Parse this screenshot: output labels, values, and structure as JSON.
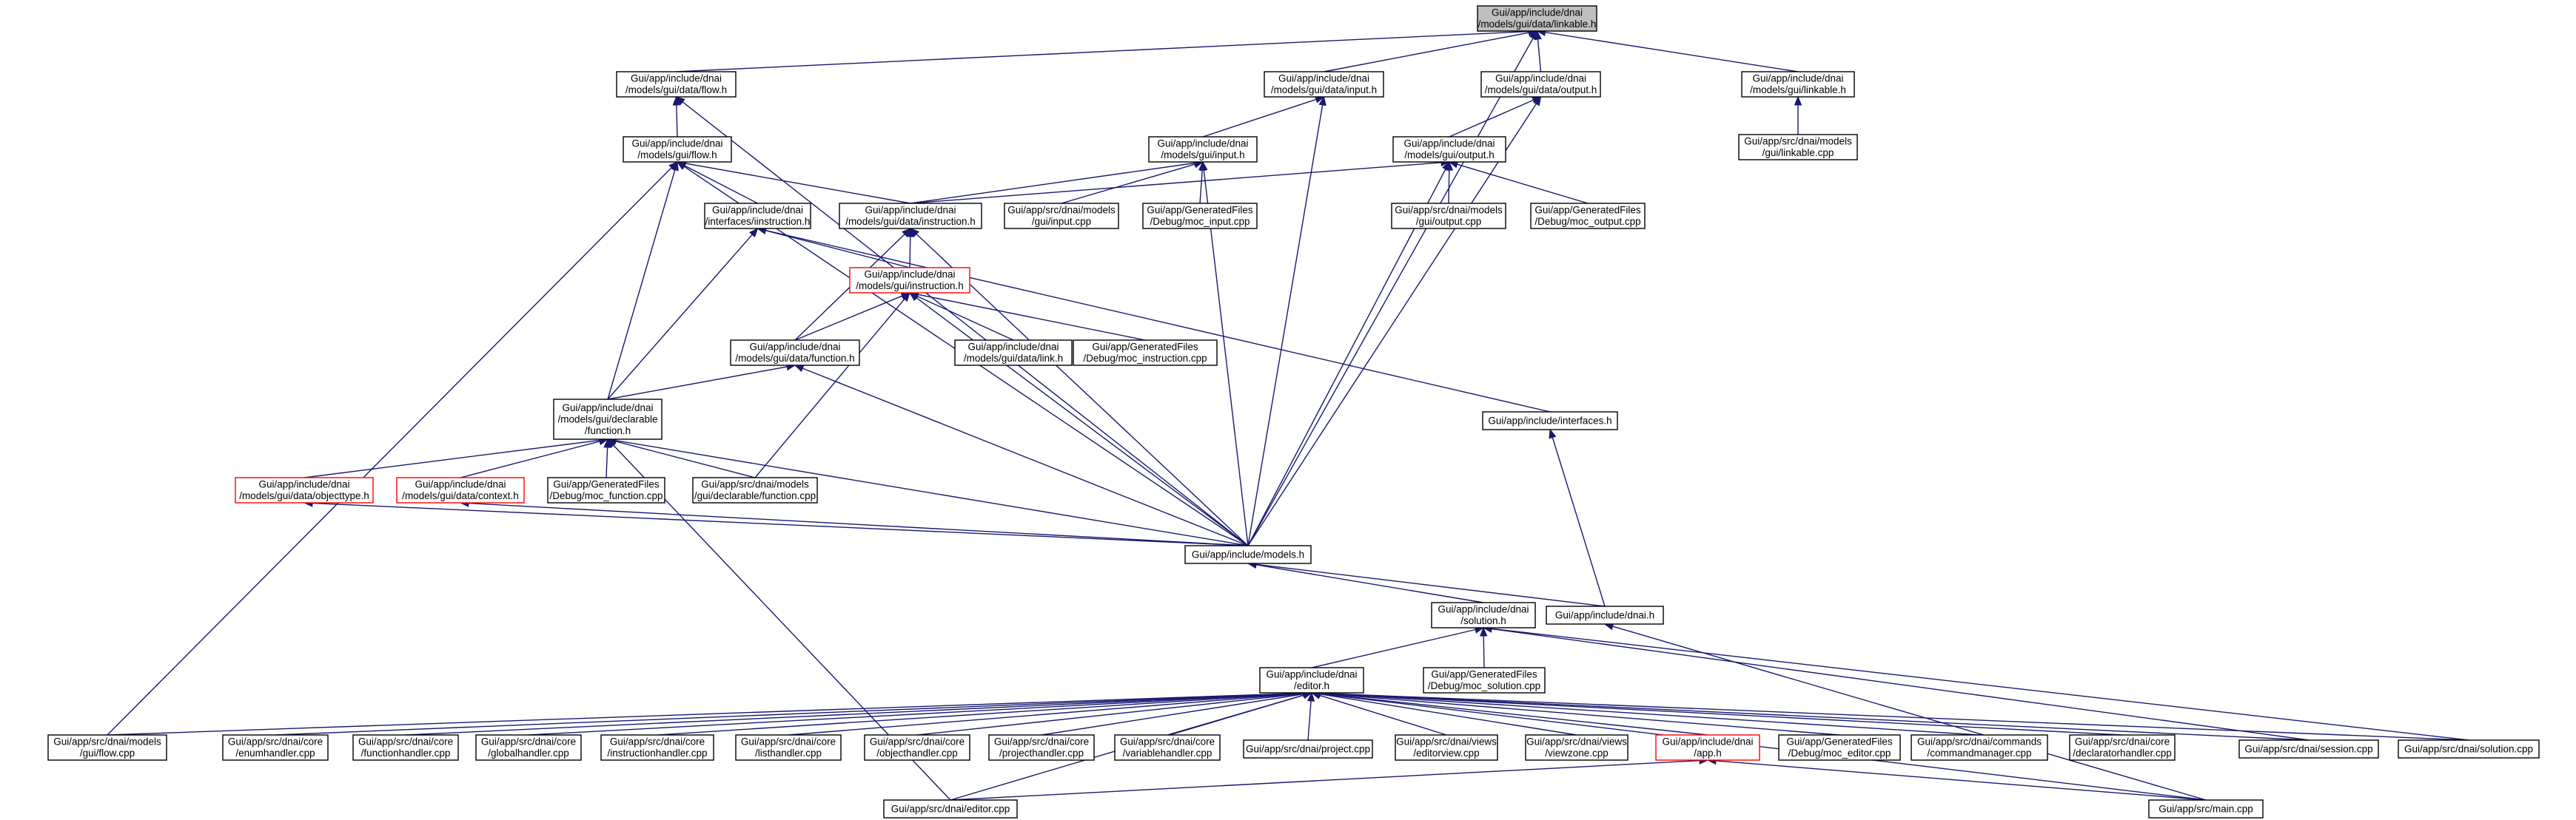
{
  "nodes": [
    {
      "id": "linkable_data_h",
      "name": "node-gui-app-include-dnai-models-gui-data-linkable-h",
      "lines": [
        "Gui/app/include/dnai",
        "/models/gui/data/linkable.h"
      ],
      "root": true
    },
    {
      "id": "flow_data_h",
      "name": "node-gui-app-include-dnai-models-gui-data-flow-h",
      "lines": [
        "Gui/app/include/dnai",
        "/models/gui/data/flow.h"
      ]
    },
    {
      "id": "input_data_h",
      "name": "node-gui-app-include-dnai-models-gui-data-input-h",
      "lines": [
        "Gui/app/include/dnai",
        "/models/gui/data/input.h"
      ]
    },
    {
      "id": "output_data_h",
      "name": "node-gui-app-include-dnai-models-gui-data-output-h",
      "lines": [
        "Gui/app/include/dnai",
        "/models/gui/data/output.h"
      ]
    },
    {
      "id": "linkable_gui_h",
      "name": "node-gui-app-include-dnai-models-gui-linkable-h",
      "lines": [
        "Gui/app/include/dnai",
        "/models/gui/linkable.h"
      ]
    },
    {
      "id": "flow_gui_h",
      "name": "node-gui-app-include-dnai-models-gui-flow-h",
      "lines": [
        "Gui/app/include/dnai",
        "/models/gui/flow.h"
      ]
    },
    {
      "id": "input_gui_h",
      "name": "node-gui-app-include-dnai-models-gui-input-h",
      "lines": [
        "Gui/app/include/dnai",
        "/models/gui/input.h"
      ]
    },
    {
      "id": "output_gui_h",
      "name": "node-gui-app-include-dnai-models-gui-output-h",
      "lines": [
        "Gui/app/include/dnai",
        "/models/gui/output.h"
      ]
    },
    {
      "id": "linkable_cpp",
      "name": "node-gui-app-src-dnai-models-gui-linkable-cpp",
      "lines": [
        "Gui/app/src/dnai/models",
        "/gui/linkable.cpp"
      ]
    },
    {
      "id": "iinstruction_h",
      "name": "node-gui-app-include-dnai-interfaces-iinstruction-h",
      "lines": [
        "Gui/app/include/dnai",
        "/interfaces/iinstruction.h"
      ]
    },
    {
      "id": "instruction_data_h",
      "name": "node-gui-app-include-dnai-models-gui-data-instruction-h",
      "lines": [
        "Gui/app/include/dnai",
        "/models/gui/data/instruction.h"
      ]
    },
    {
      "id": "input_cpp",
      "name": "node-gui-app-src-dnai-models-gui-input-cpp",
      "lines": [
        "Gui/app/src/dnai/models",
        "/gui/input.cpp"
      ]
    },
    {
      "id": "moc_input_cpp",
      "name": "node-gui-app-generatedfiles-debug-moc-input-cpp",
      "lines": [
        "Gui/app/GeneratedFiles",
        "/Debug/moc_input.cpp"
      ]
    },
    {
      "id": "output_cpp",
      "name": "node-gui-app-src-dnai-models-gui-output-cpp",
      "lines": [
        "Gui/app/src/dnai/models",
        "/gui/output.cpp"
      ]
    },
    {
      "id": "moc_output_cpp",
      "name": "node-gui-app-generatedfiles-debug-moc-output-cpp",
      "lines": [
        "Gui/app/GeneratedFiles",
        "/Debug/moc_output.cpp"
      ]
    },
    {
      "id": "instruction_gui_h",
      "name": "node-gui-app-include-dnai-models-gui-instruction-h",
      "lines": [
        "Gui/app/include/dnai",
        "/models/gui/instruction.h"
      ],
      "red": true
    },
    {
      "id": "function_data_h",
      "name": "node-gui-app-include-dnai-models-gui-data-function-h",
      "lines": [
        "Gui/app/include/dnai",
        "/models/gui/data/function.h"
      ]
    },
    {
      "id": "link_data_h",
      "name": "node-gui-app-include-dnai-models-gui-data-link-h",
      "lines": [
        "Gui/app/include/dnai",
        "/models/gui/data/link.h"
      ]
    },
    {
      "id": "moc_instruction_cpp",
      "name": "node-gui-app-generatedfiles-debug-moc-instruction-cpp",
      "lines": [
        "Gui/app/GeneratedFiles",
        "/Debug/moc_instruction.cpp"
      ]
    },
    {
      "id": "declarable_function_h",
      "name": "node-gui-app-include-dnai-models-gui-declarable-function-h",
      "lines": [
        "Gui/app/include/dnai",
        "/models/gui/declarable",
        "/function.h"
      ]
    },
    {
      "id": "interfaces_h",
      "name": "node-gui-app-include-interfaces-h",
      "lines": [
        "Gui/app/include/interfaces.h"
      ]
    },
    {
      "id": "objecttype_h",
      "name": "node-gui-app-include-dnai-models-gui-data-objecttype-h",
      "lines": [
        "Gui/app/include/dnai",
        "/models/gui/data/objecttype.h"
      ],
      "red": true
    },
    {
      "id": "context_h",
      "name": "node-gui-app-include-dnai-models-gui-data-context-h",
      "lines": [
        "Gui/app/include/dnai",
        "/models/gui/data/context.h"
      ],
      "red": true
    },
    {
      "id": "moc_function_cpp",
      "name": "node-gui-app-generatedfiles-debug-moc-function-cpp",
      "lines": [
        "Gui/app/GeneratedFiles",
        "/Debug/moc_function.cpp"
      ]
    },
    {
      "id": "function_cpp",
      "name": "node-gui-app-src-dnai-models-gui-declarable-function-cpp",
      "lines": [
        "Gui/app/src/dnai/models",
        "/gui/declarable/function.cpp"
      ]
    },
    {
      "id": "models_h",
      "name": "node-gui-app-include-models-h",
      "lines": [
        "Gui/app/include/models.h"
      ]
    },
    {
      "id": "solution_h",
      "name": "node-gui-app-include-dnai-solution-h",
      "lines": [
        "Gui/app/include/dnai",
        "/solution.h"
      ]
    },
    {
      "id": "dnai_h",
      "name": "node-gui-app-include-dnai-h",
      "lines": [
        "Gui/app/include/dnai.h"
      ]
    },
    {
      "id": "moc_solution_cpp",
      "name": "node-gui-app-generatedfiles-debug-moc-solution-cpp",
      "lines": [
        "Gui/app/GeneratedFiles",
        "/Debug/moc_solution.cpp"
      ]
    },
    {
      "id": "editor_h",
      "name": "node-gui-app-include-dnai-editor-h",
      "lines": [
        "Gui/app/include/dnai",
        "/editor.h"
      ]
    },
    {
      "id": "flow_cpp",
      "name": "node-gui-app-src-dnai-models-gui-flow-cpp",
      "lines": [
        "Gui/app/src/dnai/models",
        "/gui/flow.cpp"
      ]
    },
    {
      "id": "enumhandler_cpp",
      "name": "node-gui-app-src-dnai-core-enumhandler-cpp",
      "lines": [
        "Gui/app/src/dnai/core",
        "/enumhandler.cpp"
      ]
    },
    {
      "id": "functionhandler_cpp",
      "name": "node-gui-app-src-dnai-core-functionhandler-cpp",
      "lines": [
        "Gui/app/src/dnai/core",
        "/functionhandler.cpp"
      ]
    },
    {
      "id": "globalhandler_cpp",
      "name": "node-gui-app-src-dnai-core-globalhandler-cpp",
      "lines": [
        "Gui/app/src/dnai/core",
        "/globalhandler.cpp"
      ]
    },
    {
      "id": "instructionhandler_cpp",
      "name": "node-gui-app-src-dnai-core-instructionhandler-cpp",
      "lines": [
        "Gui/app/src/dnai/core",
        "/instructionhandler.cpp"
      ]
    },
    {
      "id": "listhandler_cpp",
      "name": "node-gui-app-src-dnai-core-listhandler-cpp",
      "lines": [
        "Gui/app/src/dnai/core",
        "/listhandler.cpp"
      ]
    },
    {
      "id": "objecthandler_cpp",
      "name": "node-gui-app-src-dnai-core-objecthandler-cpp",
      "lines": [
        "Gui/app/src/dnai/core",
        "/objecthandler.cpp"
      ]
    },
    {
      "id": "projecthandler_cpp",
      "name": "node-gui-app-src-dnai-core-projecthandler-cpp",
      "lines": [
        "Gui/app/src/dnai/core",
        "/projecthandler.cpp"
      ]
    },
    {
      "id": "variablehandler_cpp",
      "name": "node-gui-app-src-dnai-core-variablehandler-cpp",
      "lines": [
        "Gui/app/src/dnai/core",
        "/variablehandler.cpp"
      ]
    },
    {
      "id": "project_cpp",
      "name": "node-gui-app-src-dnai-project-cpp",
      "lines": [
        "Gui/app/src/dnai/project.cpp"
      ]
    },
    {
      "id": "editorview_cpp",
      "name": "node-gui-app-src-dnai-views-editorview-cpp",
      "lines": [
        "Gui/app/src/dnai/views",
        "/editorview.cpp"
      ]
    },
    {
      "id": "viewzone_cpp",
      "name": "node-gui-app-src-dnai-views-viewzone-cpp",
      "lines": [
        "Gui/app/src/dnai/views",
        "/viewzone.cpp"
      ]
    },
    {
      "id": "app_h",
      "name": "node-gui-app-include-dnai-app-h",
      "lines": [
        "Gui/app/include/dnai",
        "/app.h"
      ],
      "red": true
    },
    {
      "id": "moc_editor_cpp",
      "name": "node-gui-app-generatedfiles-debug-moc-editor-cpp",
      "lines": [
        "Gui/app/GeneratedFiles",
        "/Debug/moc_editor.cpp"
      ]
    },
    {
      "id": "commandmanager_cpp",
      "name": "node-gui-app-src-dnai-commands-commandmanager-cpp",
      "lines": [
        "Gui/app/src/dnai/commands",
        "/commandmanager.cpp"
      ]
    },
    {
      "id": "declaratorhandler_cpp",
      "name": "node-gui-app-src-dnai-core-declaratorhandler-cpp",
      "lines": [
        "Gui/app/src/dnai/core",
        "/declaratorhandler.cpp"
      ]
    },
    {
      "id": "session_cpp",
      "name": "node-gui-app-src-dnai-session-cpp",
      "lines": [
        "Gui/app/src/dnai/session.cpp"
      ]
    },
    {
      "id": "solution_cpp",
      "name": "node-gui-app-src-dnai-solution-cpp",
      "lines": [
        "Gui/app/src/dnai/solution.cpp"
      ]
    },
    {
      "id": "editor_cpp",
      "name": "node-gui-app-src-dnai-editor-cpp",
      "lines": [
        "Gui/app/src/dnai/editor.cpp"
      ]
    },
    {
      "id": "main_cpp",
      "name": "node-gui-app-src-main-cpp",
      "lines": [
        "Gui/app/src/main.cpp"
      ]
    }
  ],
  "edges": [
    [
      "flow_data_h",
      "linkable_data_h"
    ],
    [
      "input_data_h",
      "linkable_data_h"
    ],
    [
      "output_data_h",
      "linkable_data_h"
    ],
    [
      "linkable_gui_h",
      "linkable_data_h"
    ],
    [
      "models_h",
      "linkable_data_h"
    ],
    [
      "flow_gui_h",
      "flow_data_h"
    ],
    [
      "models_h",
      "flow_data_h"
    ],
    [
      "input_gui_h",
      "input_data_h"
    ],
    [
      "models_h",
      "input_data_h"
    ],
    [
      "output_gui_h",
      "output_data_h"
    ],
    [
      "models_h",
      "output_data_h"
    ],
    [
      "linkable_cpp",
      "linkable_gui_h"
    ],
    [
      "iinstruction_h",
      "flow_gui_h"
    ],
    [
      "instruction_data_h",
      "flow_gui_h"
    ],
    [
      "declarable_function_h",
      "flow_gui_h"
    ],
    [
      "flow_cpp",
      "flow_gui_h"
    ],
    [
      "models_h",
      "flow_gui_h"
    ],
    [
      "instruction_data_h",
      "input_gui_h"
    ],
    [
      "input_cpp",
      "input_gui_h"
    ],
    [
      "moc_input_cpp",
      "input_gui_h"
    ],
    [
      "models_h",
      "input_gui_h"
    ],
    [
      "instruction_data_h",
      "output_gui_h"
    ],
    [
      "output_cpp",
      "output_gui_h"
    ],
    [
      "moc_output_cpp",
      "output_gui_h"
    ],
    [
      "models_h",
      "output_gui_h"
    ],
    [
      "instruction_gui_h",
      "iinstruction_h"
    ],
    [
      "declarable_function_h",
      "iinstruction_h"
    ],
    [
      "interfaces_h",
      "iinstruction_h"
    ],
    [
      "instruction_gui_h",
      "instruction_data_h"
    ],
    [
      "function_data_h",
      "instruction_data_h"
    ],
    [
      "models_h",
      "instruction_data_h"
    ],
    [
      "function_data_h",
      "instruction_gui_h"
    ],
    [
      "link_data_h",
      "instruction_gui_h"
    ],
    [
      "moc_instruction_cpp",
      "instruction_gui_h"
    ],
    [
      "function_cpp",
      "instruction_gui_h"
    ],
    [
      "models_h",
      "instruction_gui_h"
    ],
    [
      "declarable_function_h",
      "function_data_h"
    ],
    [
      "models_h",
      "function_data_h"
    ],
    [
      "objecttype_h",
      "declarable_function_h"
    ],
    [
      "context_h",
      "declarable_function_h"
    ],
    [
      "moc_function_cpp",
      "declarable_function_h"
    ],
    [
      "function_cpp",
      "declarable_function_h"
    ],
    [
      "models_h",
      "declarable_function_h"
    ],
    [
      "editor_cpp",
      "declarable_function_h"
    ],
    [
      "dnai_h",
      "interfaces_h"
    ],
    [
      "models_h",
      "objecttype_h"
    ],
    [
      "models_h",
      "context_h"
    ],
    [
      "solution_h",
      "models_h"
    ],
    [
      "dnai_h",
      "models_h"
    ],
    [
      "editor_h",
      "solution_h"
    ],
    [
      "moc_solution_cpp",
      "solution_h"
    ],
    [
      "session_cpp",
      "solution_h"
    ],
    [
      "solution_cpp",
      "solution_h"
    ],
    [
      "main_cpp",
      "dnai_h"
    ],
    [
      "flow_cpp",
      "editor_h"
    ],
    [
      "editor_cpp",
      "editor_h"
    ],
    [
      "enumhandler_cpp",
      "editor_h"
    ],
    [
      "functionhandler_cpp",
      "editor_h"
    ],
    [
      "globalhandler_cpp",
      "editor_h"
    ],
    [
      "instructionhandler_cpp",
      "editor_h"
    ],
    [
      "listhandler_cpp",
      "editor_h"
    ],
    [
      "objecthandler_cpp",
      "editor_h"
    ],
    [
      "projecthandler_cpp",
      "editor_h"
    ],
    [
      "variablehandler_cpp",
      "editor_h"
    ],
    [
      "project_cpp",
      "editor_h"
    ],
    [
      "editorview_cpp",
      "editor_h"
    ],
    [
      "viewzone_cpp",
      "editor_h"
    ],
    [
      "app_h",
      "editor_h"
    ],
    [
      "moc_editor_cpp",
      "editor_h"
    ],
    [
      "commandmanager_cpp",
      "editor_h"
    ],
    [
      "declaratorhandler_cpp",
      "editor_h"
    ],
    [
      "session_cpp",
      "editor_h"
    ],
    [
      "solution_cpp",
      "editor_h"
    ],
    [
      "main_cpp",
      "editor_h"
    ],
    [
      "editor_cpp",
      "app_h"
    ],
    [
      "main_cpp",
      "app_h"
    ]
  ]
}
